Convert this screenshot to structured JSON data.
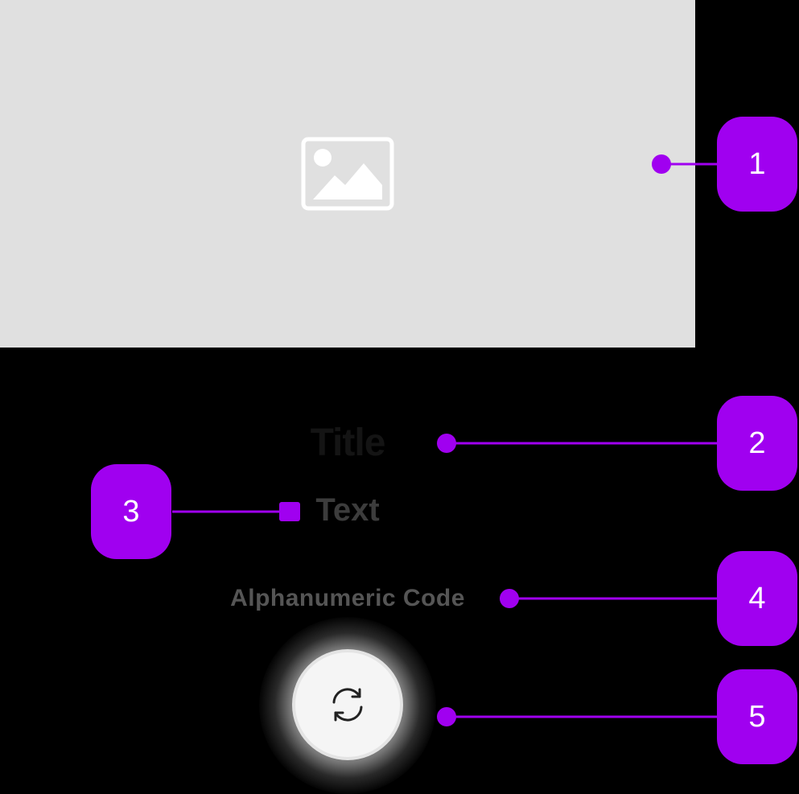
{
  "card": {
    "title": "Title",
    "text": "Text",
    "code": "Alphanumeric Code"
  },
  "icons": {
    "image": "image-placeholder-icon",
    "refresh": "refresh-icon"
  },
  "annotations": {
    "badges": [
      "1",
      "2",
      "3",
      "4",
      "5"
    ],
    "color": "#a000f0"
  },
  "colors": {
    "background": "#000000",
    "placeholder": "#e0e0e0",
    "button": "#f5f5f5"
  }
}
